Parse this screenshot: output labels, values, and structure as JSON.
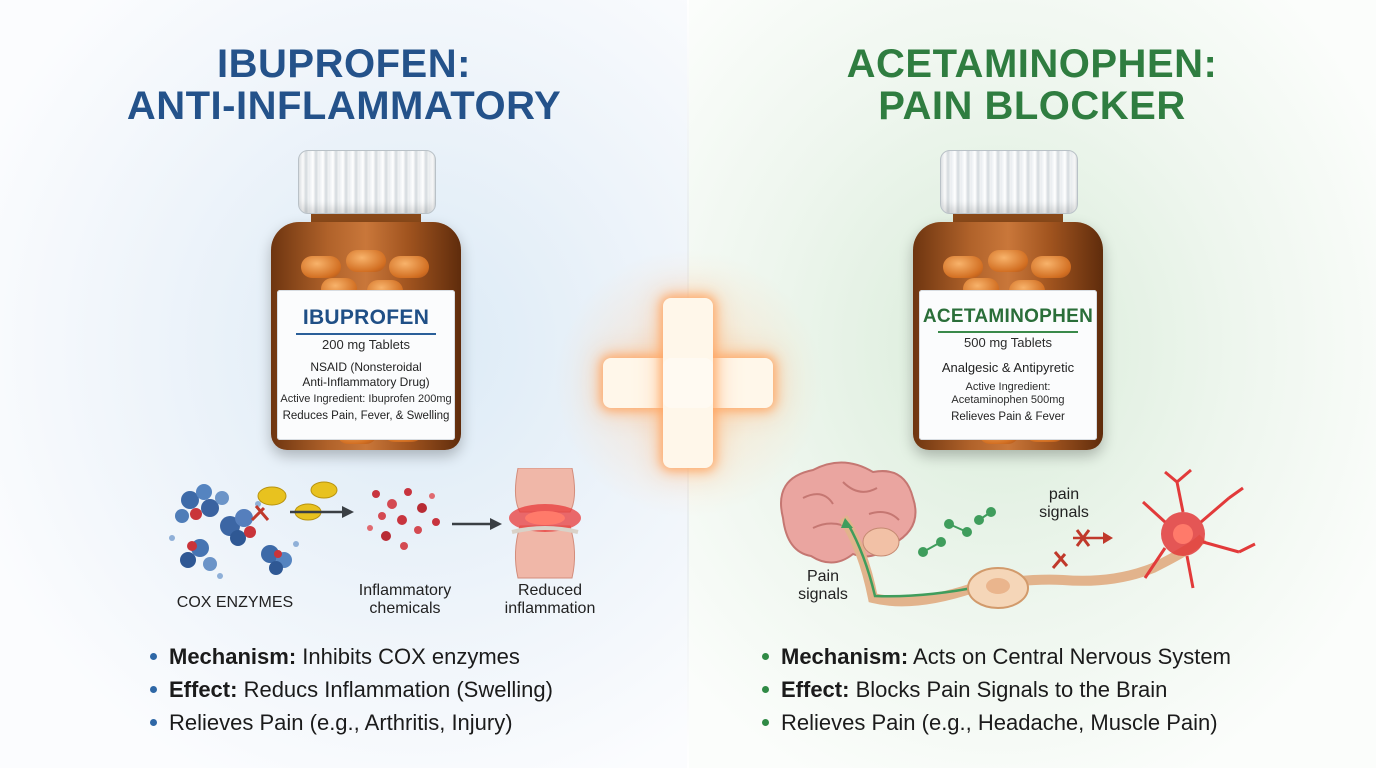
{
  "ibuprofen": {
    "title_line1": "IBUPROFEN:",
    "title_line2": "ANTI-INFLAMMATORY",
    "accent_color": "#24528a",
    "bottle_label": {
      "name": "IBUPROFEN",
      "dose": "200 mg Tablets",
      "class_line1": "NSAID (Nonsteroidal",
      "class_line2": "Anti-Inflammatory Drug)",
      "active": "Active Ingredient: Ibuprofen 200mg",
      "uses": "Reduces Pain, Fever, & Swelling"
    },
    "diagram": {
      "cox_label": "COX ENZYMES",
      "chemicals_label_line1": "Inflammatory",
      "chemicals_label_line2": "chemicals",
      "reduced_label_line1": "Reduced",
      "reduced_label_line2": "inflammation"
    },
    "bullets": [
      {
        "bold": "Mechanism:",
        "text": " Inhibits COX enzymes"
      },
      {
        "bold": "Effect:",
        "text": " Reducs Inflammation (Swelling)"
      },
      {
        "bold": "",
        "text": "Relieves Pain (e.g., Arthritis, Injury)"
      }
    ]
  },
  "acetaminophen": {
    "title_line1": "ACETAMINOPHEN:",
    "title_line2": "PAIN BLOCKER",
    "accent_color": "#2f7d40",
    "bottle_label": {
      "name": "ACETAMINOPHEN",
      "dose": "500 mg Tablets",
      "class_line1": "Analgesic & Antipyretic",
      "active_line1": "Active Ingredient:",
      "active_line2": "Acetaminophen 500mg",
      "uses": "Relieves Pain & Fever"
    },
    "diagram": {
      "pain_signals_left_line1": "Pain",
      "pain_signals_left_line2": "signals",
      "pain_signals_right_line1": "pain",
      "pain_signals_right_line2": "signals"
    },
    "bullets": [
      {
        "bold": "Mechanism:",
        "text": " Acts on Central Nervous System"
      },
      {
        "bold": "Effect:",
        "text": " Blocks Pain Signals to the Brain"
      },
      {
        "bold": "",
        "text": "Relieves Pain (e.g., Headache, Muscle Pain)"
      }
    ]
  },
  "center_icon": "glowing-plus-icon"
}
